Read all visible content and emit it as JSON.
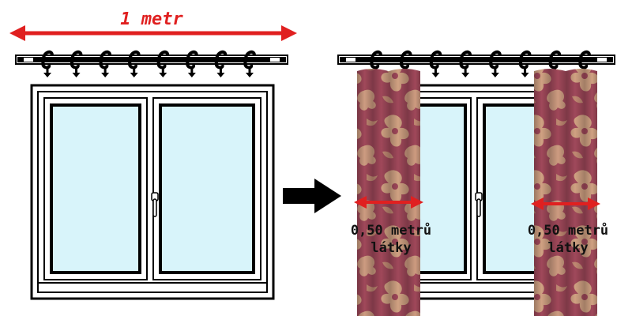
{
  "top_measure": {
    "label": "1 metr",
    "color": "#e02020"
  },
  "curtain_label": {
    "line1": "0,50 metrů",
    "line2": "látky"
  },
  "rod_rings": {
    "left_count": 8,
    "right_count": 8
  },
  "colors": {
    "rod": "#000000",
    "glass": "#d8f4fa",
    "frame": "#000000",
    "curtain_base": "#a0485a",
    "curtain_flower": "#d8b08a",
    "arrow": "#000000",
    "measure": "#e02020"
  },
  "icons": {
    "arrow": "right-arrow-icon",
    "handle": "window-handle-icon"
  }
}
